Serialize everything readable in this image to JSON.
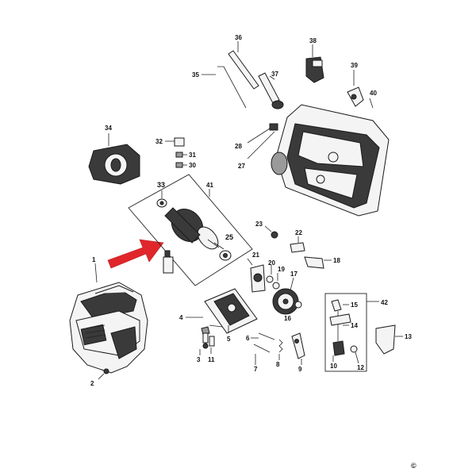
{
  "callouts": {
    "c1": "1",
    "c2": "2",
    "c3": "3",
    "c4": "4",
    "c5": "5",
    "c6": "6",
    "c7": "7",
    "c8": "8",
    "c9": "9",
    "c10": "10",
    "c11": "11",
    "c12": "12",
    "c13": "13",
    "c14": "14",
    "c15": "15",
    "c16": "16",
    "c17": "17",
    "c18": "18",
    "c19": "19",
    "c20": "20",
    "c21": "21",
    "c22": "22",
    "c23": "23",
    "c25": "25",
    "c27": "27",
    "c28": "28",
    "c30": "30",
    "c31": "31",
    "c32": "32",
    "c33": "33",
    "c34": "34",
    "c35": "35",
    "c36": "36",
    "c37": "37",
    "c38": "38",
    "c39": "39",
    "c40": "40",
    "c41": "41",
    "c42": "42"
  },
  "copyright_symbol": "©",
  "colors": {
    "arrow": "#e0262b",
    "line": "#1a1a1a",
    "dark_part": "#3a3a3a"
  }
}
